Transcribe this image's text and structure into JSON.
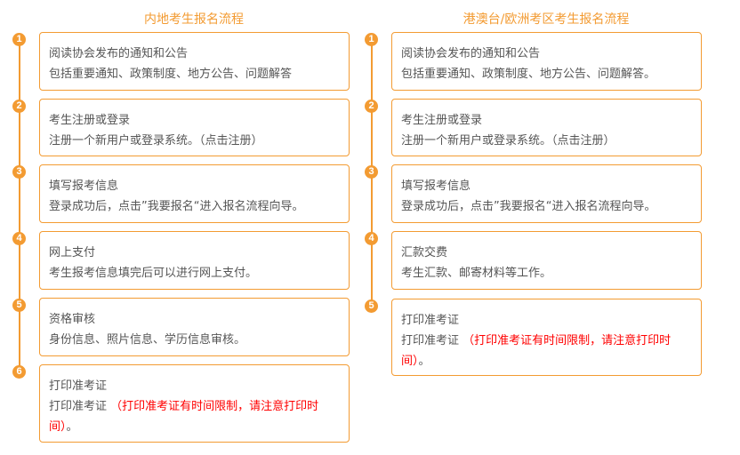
{
  "colors": {
    "accent": "#f39b32",
    "text": "#555555",
    "warning": "#ff0000"
  },
  "left": {
    "title": "内地考生报名流程",
    "steps": [
      {
        "number": "1",
        "title": "阅读协会发布的通知和公告",
        "desc": "包括重要通知、政策制度、地方公告、问题解答"
      },
      {
        "number": "2",
        "title": "考生注册或登录",
        "desc": "注册一个新用户或登录系统。（点击注册）"
      },
      {
        "number": "3",
        "title": "填写报考信息",
        "desc": "登录成功后，点击”我要报名“进入报名流程向导。"
      },
      {
        "number": "4",
        "title": "网上支付",
        "desc": "考生报考信息填完后可以进行网上支付。"
      },
      {
        "number": "5",
        "title": "资格审核",
        "desc": "身份信息、照片信息、学历信息审核。"
      },
      {
        "number": "6",
        "title": "打印准考证",
        "desc_prefix": "打印准考证 ",
        "desc_note": "（打印准考证有时间限制，请注意打印时间）",
        "desc_suffix": "。"
      }
    ]
  },
  "right": {
    "title": "港澳台/欧洲考区考生报名流程",
    "steps": [
      {
        "number": "1",
        "title": "阅读协会发布的通知和公告",
        "desc": "包括重要通知、政策制度、地方公告、问题解答。"
      },
      {
        "number": "2",
        "title": "考生注册或登录",
        "desc": "注册一个新用户或登录系统。（点击注册）"
      },
      {
        "number": "3",
        "title": "填写报考信息",
        "desc": "登录成功后，点击”我要报名“进入报名流程向导。"
      },
      {
        "number": "4",
        "title": "汇款交费",
        "desc": "考生汇款、邮寄材料等工作。"
      },
      {
        "number": "5",
        "title": "打印准考证",
        "desc_prefix": "打印准考证 ",
        "desc_note": "（打印准考证有时间限制，请注意打印时间）",
        "desc_suffix": "。"
      }
    ]
  }
}
